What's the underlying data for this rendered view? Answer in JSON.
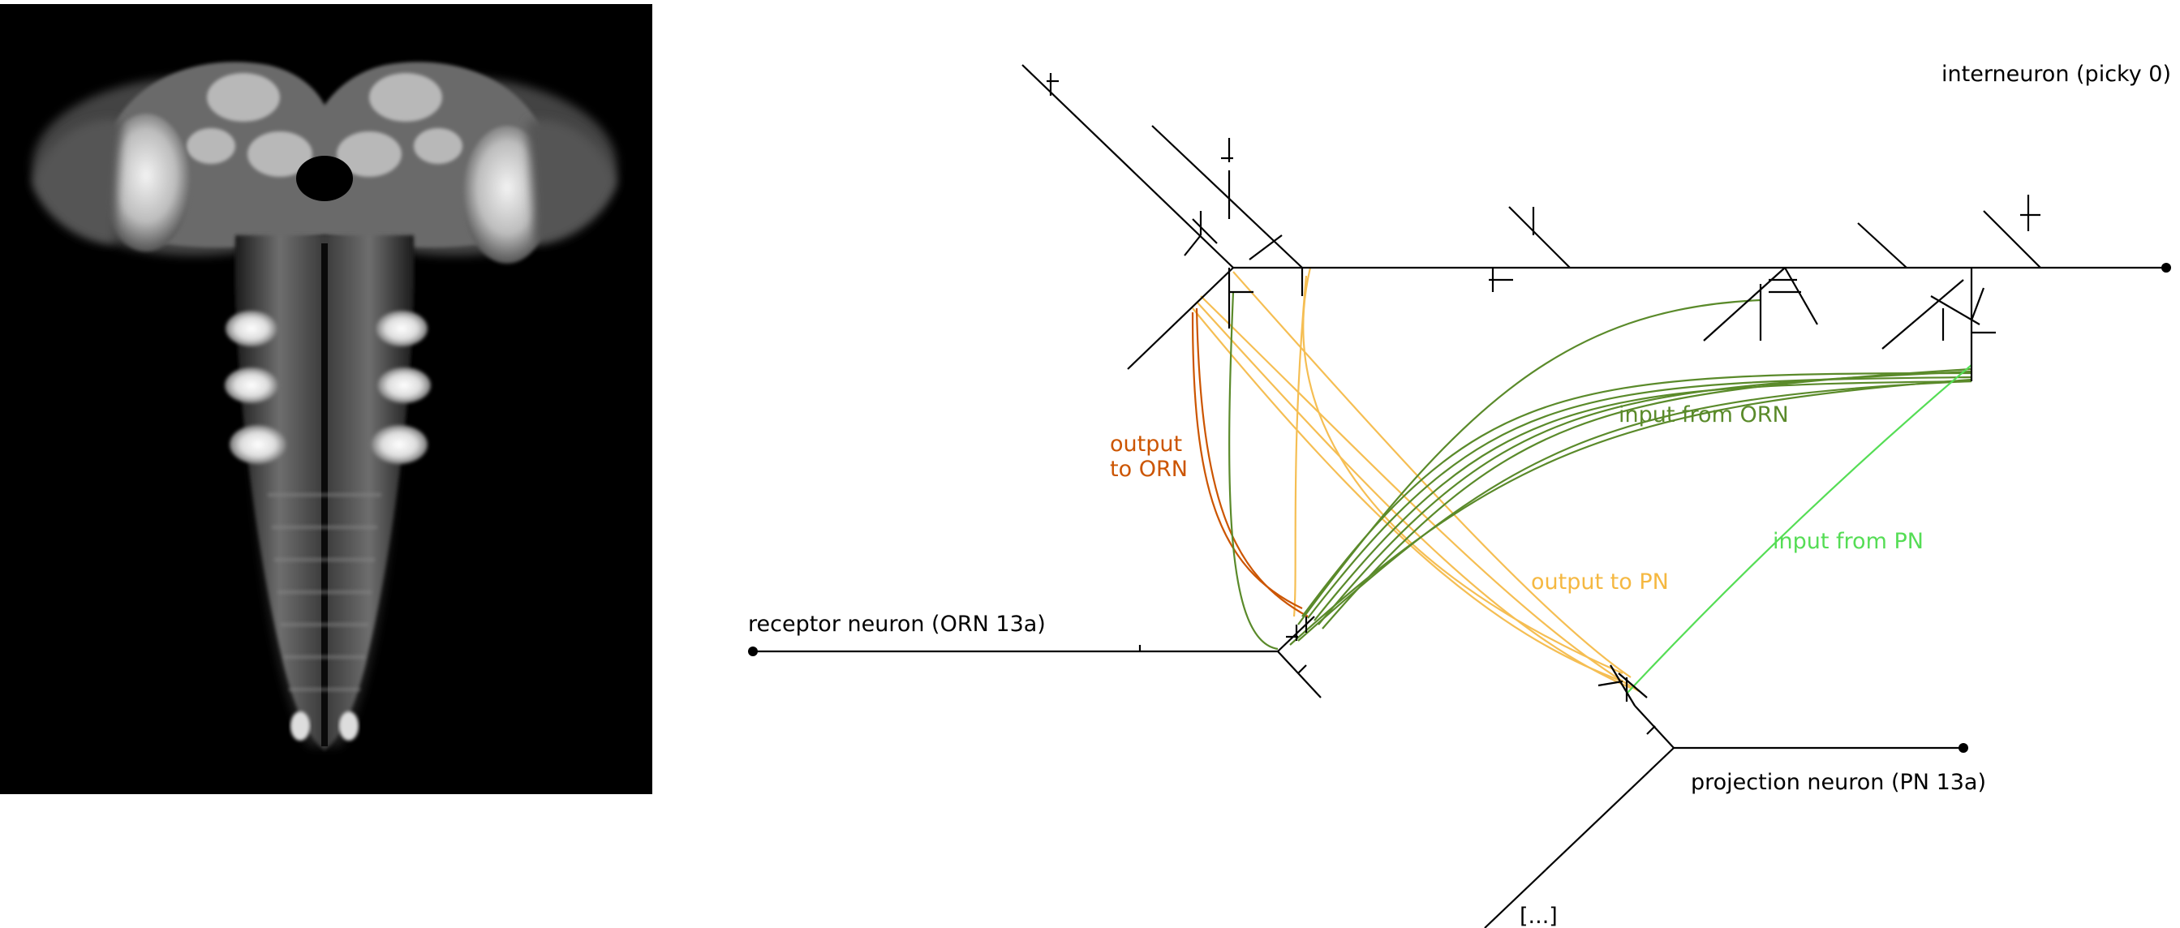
{
  "labels": {
    "interneuron": "interneuron (picky 0)",
    "receptor": "receptor neuron (ORN 13a)",
    "projection": "projection neuron (PN 13a)",
    "continuation": "[...]",
    "output_orn_line1": "output",
    "output_orn_line2": "to ORN",
    "input_orn": "input from ORN",
    "output_pn": "output to PN",
    "input_pn": "input from PN"
  },
  "colors": {
    "output_to_orn": "#cc5500",
    "input_from_orn": "#5a8a2a",
    "output_to_pn": "#f5b841",
    "input_from_pn": "#55dd55",
    "skeleton": "#000000",
    "brain_background": "#000000"
  }
}
